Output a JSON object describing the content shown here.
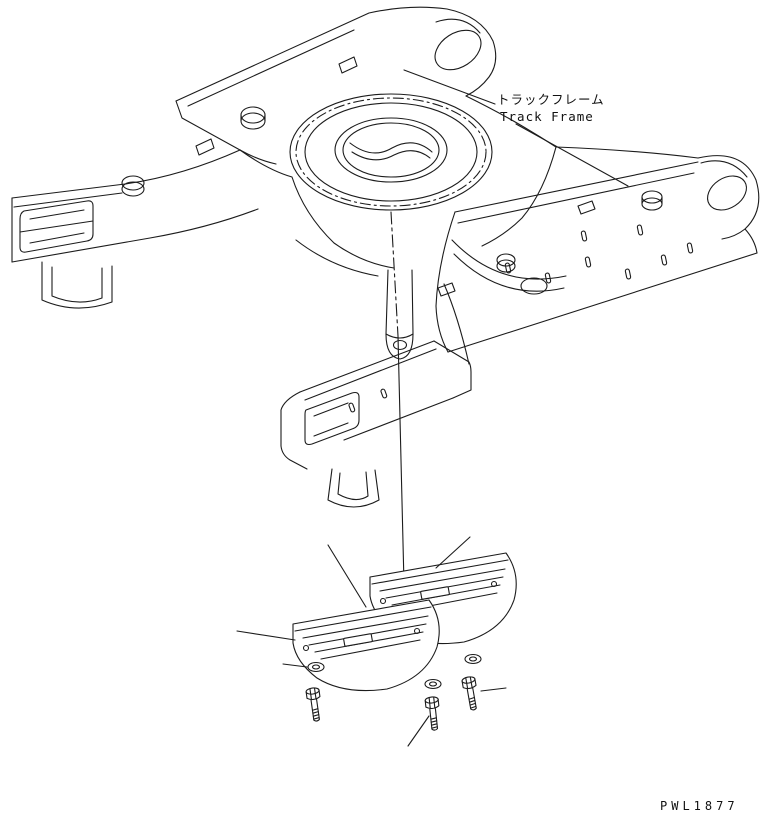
{
  "page": {
    "background_color": "#ffffff",
    "line_color": "#1c1c1c"
  },
  "callout": {
    "label_jp": "トラックフレーム",
    "label_en": "Track Frame"
  },
  "footer": {
    "drawing_code": "PWL1877"
  }
}
